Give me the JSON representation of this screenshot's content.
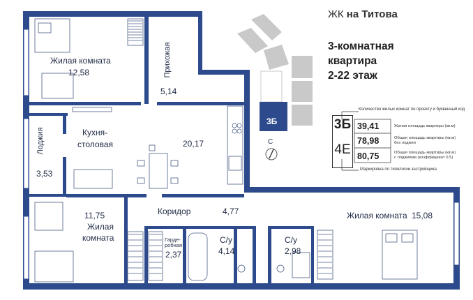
{
  "header": {
    "complex_prefix": "ЖК",
    "complex_name": "на Титова",
    "title_line1": "3-комнатная",
    "title_line2": "квартира",
    "title_line3": "2-22 этаж"
  },
  "colors": {
    "wall": "#2c4a8c",
    "floor": "#ffffff",
    "accent": "#2c4a8c",
    "building_gray": "#c9c9c9"
  },
  "building": {
    "section_label": "3Б"
  },
  "compass": {
    "label": "С"
  },
  "rooms": {
    "living1": {
      "name": "Жилая комната",
      "area": "12,58"
    },
    "hall": {
      "name": "Прихожая",
      "area": "5,14"
    },
    "kitchen": {
      "name_line1": "Кухня-",
      "name_line2": "столовая",
      "area": "20,17"
    },
    "loggia": {
      "name": "Лоджия",
      "area": "3,53"
    },
    "living2": {
      "name_line1": "Жилая",
      "name_line2": "комната",
      "area": "11,75"
    },
    "corridor": {
      "name": "Коридор",
      "area": "4,77"
    },
    "wardrobe": {
      "name_line1": "Гарде-",
      "name_line2": "робная",
      "area": "2,37"
    },
    "bath1": {
      "name": "С/у",
      "area": "4,14"
    },
    "bath2": {
      "name": "С/у",
      "area": "2,98"
    },
    "living3": {
      "name": "Жилая комната",
      "area": "15,08"
    }
  },
  "spec": {
    "caption_top": "Количество жилых комнат по проекту и буквенный код",
    "code": "3Б",
    "marking": "4Е",
    "living_area": "39,41",
    "living_area_desc": "Жилая площадь квартиры (кв.м)",
    "total_no_loggia": "78,98",
    "total_no_loggia_desc1": "Общая площадь квартиры (кв.м)",
    "total_no_loggia_desc2": "без лоджии",
    "total_with_loggia": "80,75",
    "total_with_loggia_desc1": "Общая площадь квартиры (кв.м)",
    "total_with_loggia_desc2": "с лоджиями (коэффициент 0,5)",
    "caption_bottom": "Маркировка по типологии застройщика"
  }
}
